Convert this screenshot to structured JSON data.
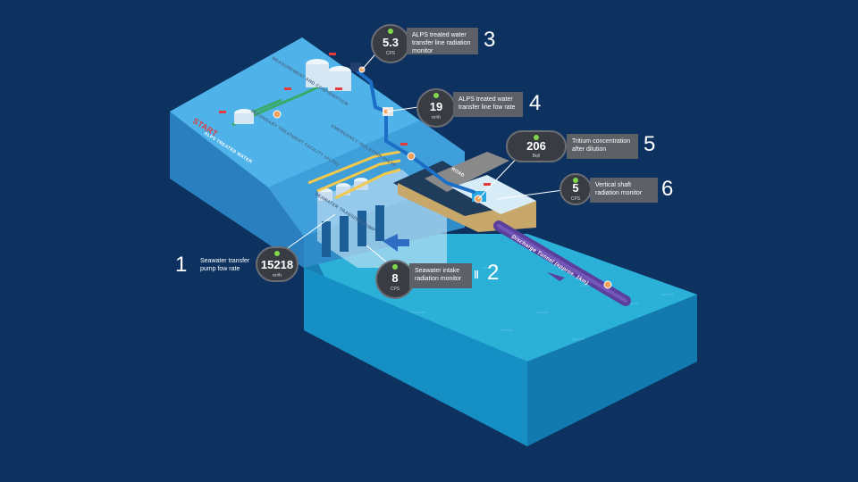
{
  "colors": {
    "background": "#0d3260",
    "gauge_fill": "#3a3c44",
    "label_fill": "#5d6066",
    "status_dot": "#7fd94a",
    "water": "#1d9ccc",
    "land": "#43a9e4",
    "tunnel": "#5b3f9c"
  },
  "scene": {
    "start_label": "START",
    "treated_water_label": "ALPS TREATED WATER",
    "measurement_label": "MEASUREMENT AND CONFIRMATION",
    "alps_label": "SECONDARY TREATMENT FACILITY (ALPS)",
    "isolation_label": "EMERGENCY ISOLATION VALVE",
    "pump_label": "SEAWATER TRANSFER PUMP",
    "road_label": "ROAD",
    "tunnel_label": "Discharge Tunnel (approx. 1km)"
  },
  "monitors": [
    {
      "number": "1",
      "value": "15218",
      "unit": "m³/h",
      "label": "Seawater transfer pump fow rate",
      "icon": "status-dot-icon"
    },
    {
      "number": "2",
      "value": "8",
      "unit": "CPS",
      "label": "Seawater intake radiation monitor",
      "icon": "status-dot-icon"
    },
    {
      "number": "3",
      "value": "5.3",
      "unit": "CPS",
      "label": "ALPS treated water transfer line radiation monitor",
      "icon": "status-dot-icon"
    },
    {
      "number": "4",
      "value": "19",
      "unit": "m³/h",
      "label": "ALPS treated water transfer line fow rate",
      "icon": "status-dot-icon"
    },
    {
      "number": "5",
      "value": "206",
      "unit": "Bq/l",
      "label": "Tritium concentration after dilution",
      "icon": "status-dot-icon"
    },
    {
      "number": "6",
      "value": "5",
      "unit": "CPS",
      "label": "Vertical shaft radiation monitor",
      "icon": "status-dot-icon"
    }
  ],
  "flow_arrow_icon": "arrow-left-icon",
  "intake_bars_icon": "bars-icon"
}
